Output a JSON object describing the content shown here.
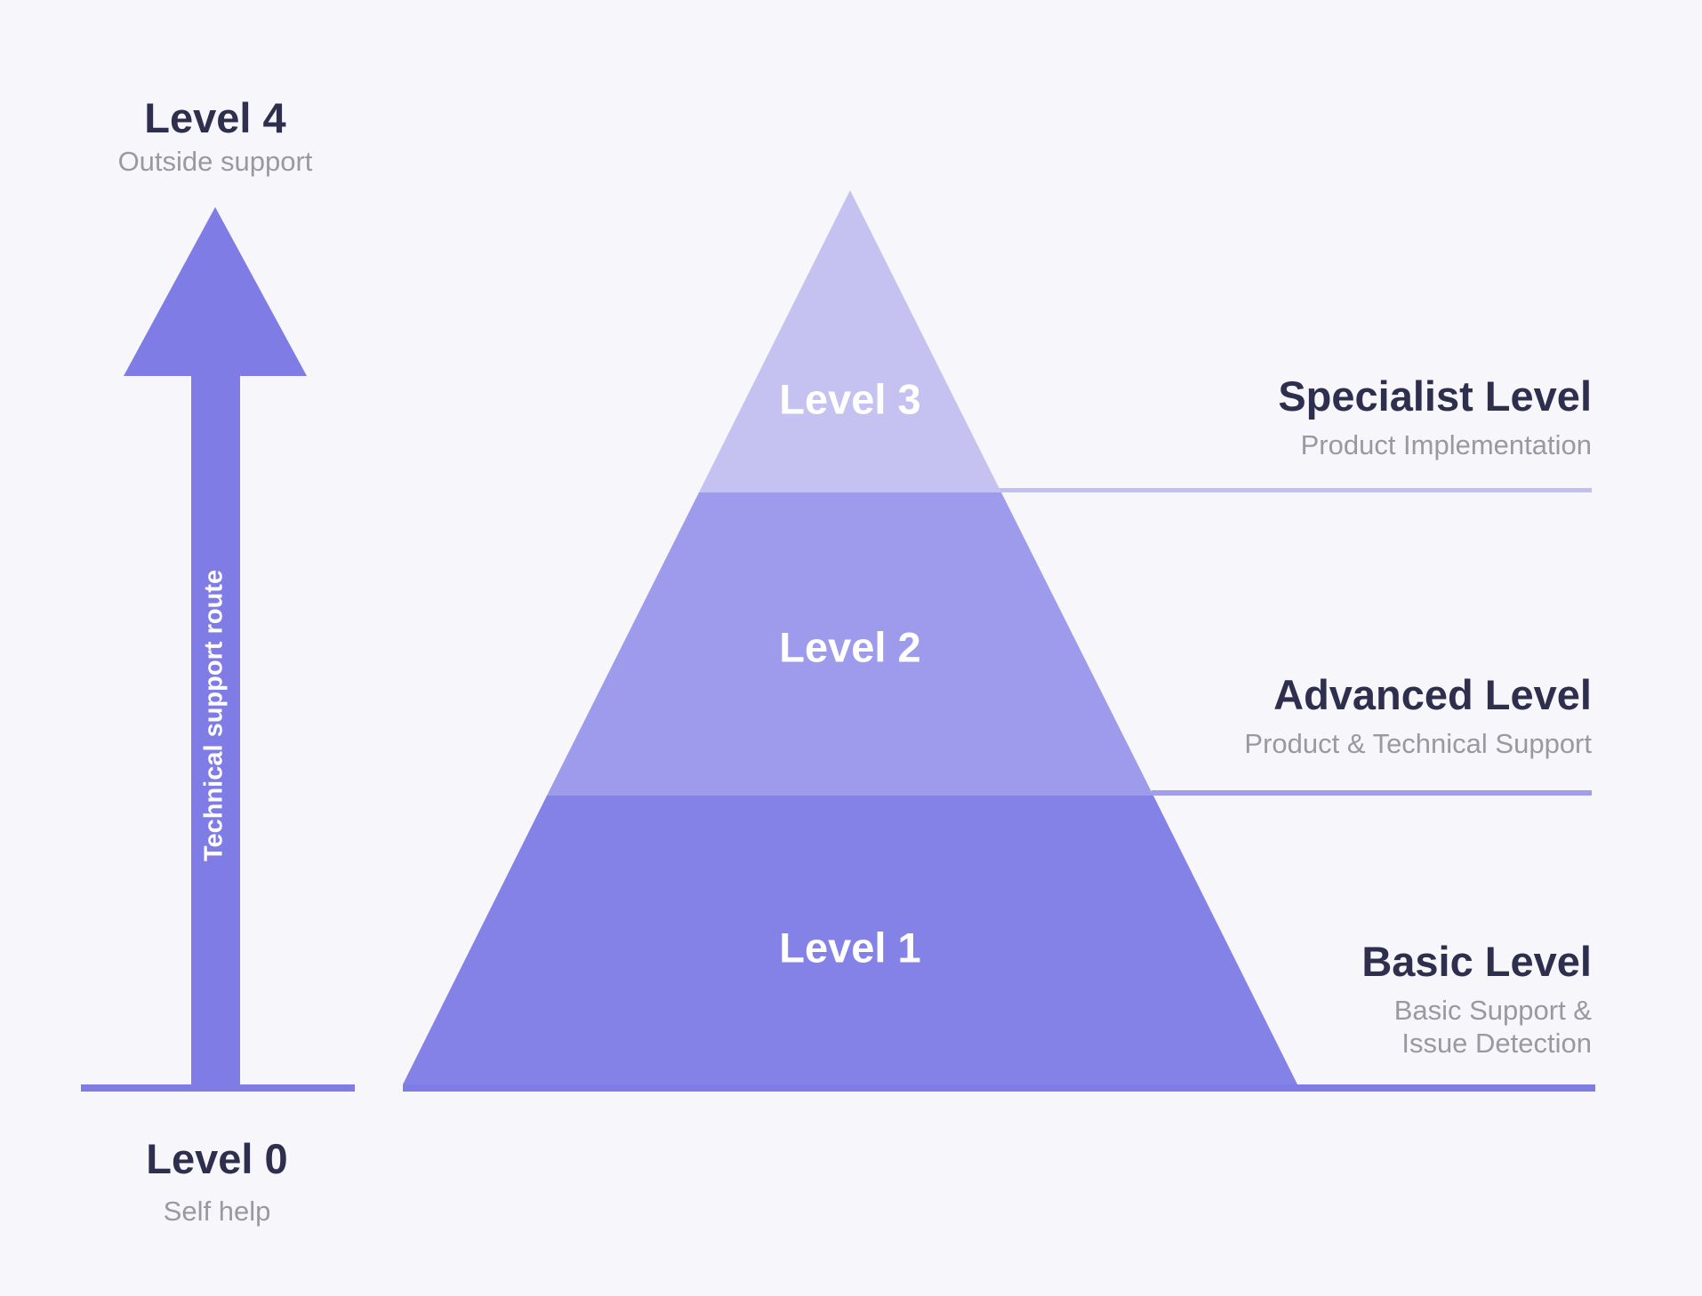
{
  "colors": {
    "background": "#f6f6fb",
    "arrow": "#7f7ce5",
    "baseline": "#7f7ce5",
    "tier1": "#8482e6",
    "tier2": "#9e9bec",
    "tier3": "#c5c2f2",
    "connector_specialist": "#c2bff1",
    "connector_advanced": "#a19eec",
    "heading_text": "#2e2e4e",
    "subtitle_text": "#9a99a2",
    "tier_label_text": "#ffffff"
  },
  "support_route": {
    "top": {
      "title": "Level 4",
      "subtitle": "Outside support"
    },
    "bottom": {
      "title": "Level 0",
      "subtitle": "Self help"
    },
    "arrow_label": "Technical support route"
  },
  "pyramid": {
    "tiers": [
      {
        "label": "Level 3"
      },
      {
        "label": "Level 2"
      },
      {
        "label": "Level 1"
      }
    ]
  },
  "right_labels": [
    {
      "title": "Specialist Level",
      "subtitle": "Product Implementation"
    },
    {
      "title": "Advanced Level",
      "subtitle": "Product & Technical Support"
    },
    {
      "title": "Basic Level",
      "subtitle": "Basic Support &\nIssue Detection"
    }
  ]
}
